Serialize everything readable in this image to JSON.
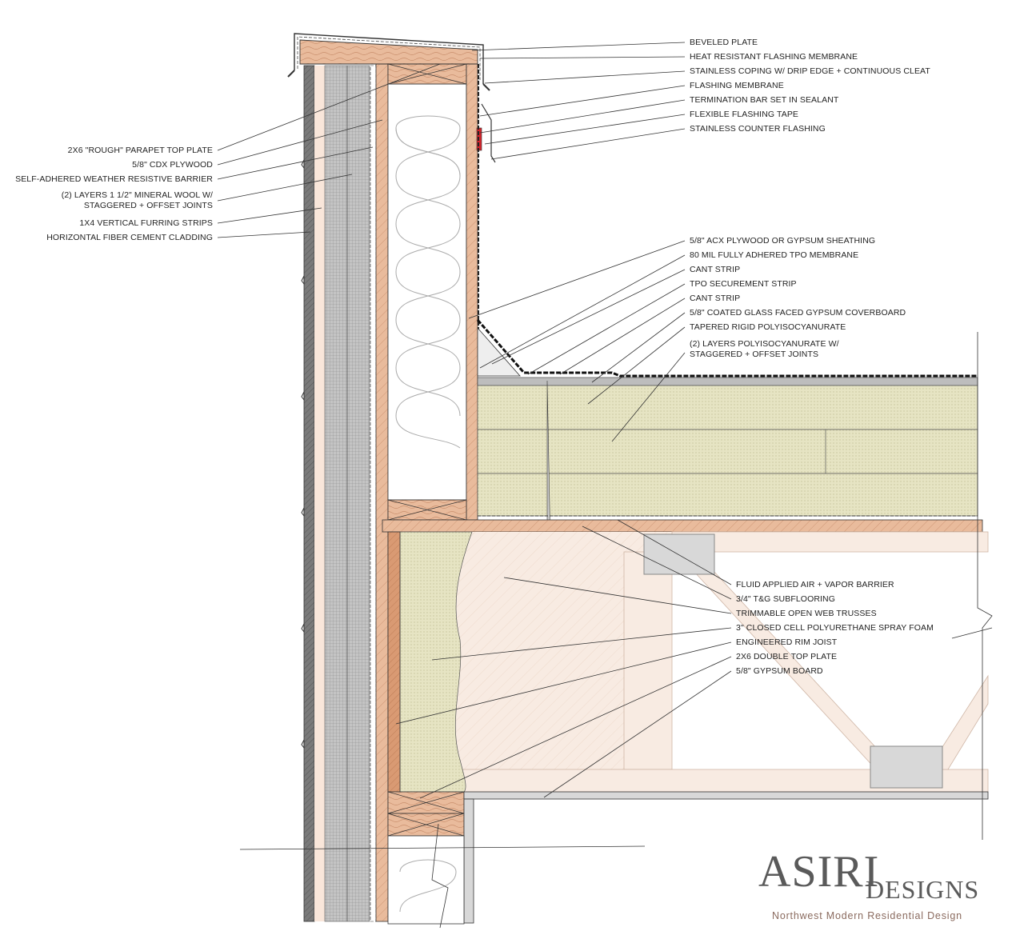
{
  "labels_right_top": [
    "BEVELED PLATE",
    "HEAT RESISTANT FLASHING MEMBRANE",
    "STAINLESS COPING W/ DRIP EDGE + CONTINUOUS CLEAT",
    "FLASHING MEMBRANE",
    "TERMINATION BAR SET IN SEALANT",
    "FLEXIBLE FLASHING TAPE",
    "STAINLESS COUNTER FLASHING"
  ],
  "labels_right_roof": [
    "5/8\" ACX PLYWOOD OR GYPSUM SHEATHING",
    "80 MIL FULLY ADHERED TPO MEMBRANE",
    "CANT STRIP",
    "TPO SECUREMENT STRIP",
    "CANT STRIP",
    "5/8\" COATED GLASS FACED GYPSUM COVERBOARD",
    "TAPERED RIGID POLYISOCYANURATE",
    "(2) LAYERS POLYISOCYANURATE W/",
    "STAGGERED + OFFSET JOINTS"
  ],
  "labels_right_floor": [
    "FLUID APPLIED AIR + VAPOR BARRIER",
    "3/4\" T&G SUBFLOORING",
    "TRIMMABLE OPEN WEB TRUSSES",
    "3\" CLOSED CELL POLYURETHANE SPRAY FOAM",
    "ENGINEERED RIM JOIST",
    "2X6 DOUBLE TOP PLATE",
    "5/8\" GYPSUM BOARD"
  ],
  "labels_left": [
    "2X6 \"ROUGH\" PARAPET TOP PLATE",
    "5/8\" CDX PLYWOOD",
    "SELF-ADHERED WEATHER RESISTIVE BARRIER",
    "(2) LAYERS 1 1/2\" MINERAL WOOL W/",
    "STAGGERED + OFFSET JOINTS",
    "1X4 VERTICAL FURRING STRIPS",
    "HORIZONTAL FIBER CEMENT CLADDING"
  ],
  "logo": {
    "main": "ASIRI",
    "sub": "DESIGNS",
    "tagline": "Northwest Modern Residential Design"
  },
  "colors": {
    "wood": "#e9bb9c",
    "wood_dark": "#d99a73",
    "polyiso": "#e6e4c3",
    "mineral_wool": "#b5b5b5",
    "cladding": "#6e6e6e",
    "truss_fill": "#f8ebe2",
    "sealant_red": "#d3242c"
  }
}
